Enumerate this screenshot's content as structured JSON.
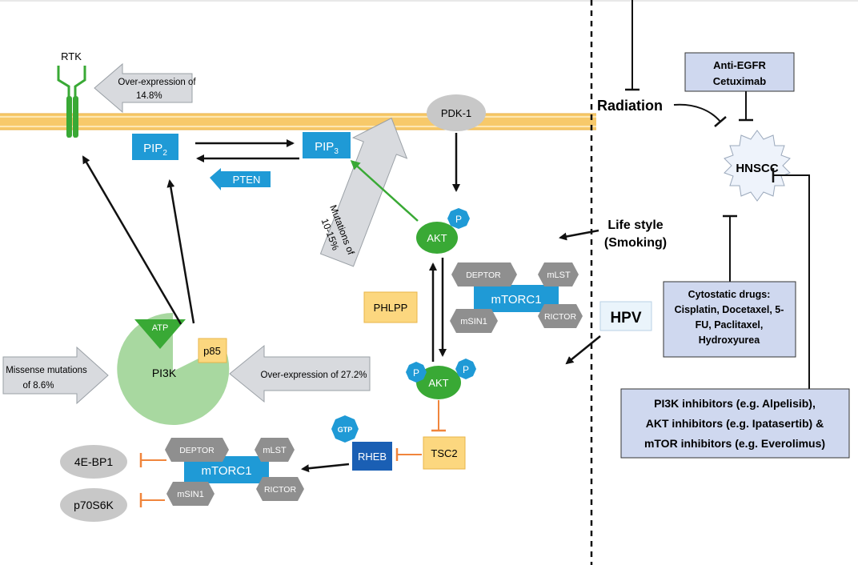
{
  "membrane": {
    "rtk": "RTK"
  },
  "kinases": {
    "pip2": "PIP",
    "pip2_sub": "2",
    "pip3": "PIP",
    "pip3_sub": "3",
    "pten": "PTEN",
    "pdk1": "PDK-1",
    "akt_top": "AKT",
    "akt_bottom": "AKT",
    "phospho": "P",
    "phlpp": "PHLPP",
    "pi3k": "PI3K",
    "atp": "ATP",
    "p85": "p85",
    "tsc2": "TSC2",
    "rheb": "RHEB",
    "gtp": "GTP",
    "eb1": "4E-BP1",
    "s6k": "p70S6K"
  },
  "mtorc_upper": {
    "core": "mTORC1",
    "deptor": "DEPTOR",
    "mlst": "mLST",
    "msin1": "mSIN1",
    "rictor": "RICTOR"
  },
  "mtorc_lower": {
    "core": "mTORC1",
    "deptor": "DEPTOR",
    "mlst": "mLST",
    "msin1": "mSIN1",
    "rictor": "RICTOR"
  },
  "arrows": {
    "rtk_over_1": "Over-expression of",
    "rtk_over_2": "14.8%",
    "pip3_mut_1": "Mutations of",
    "pip3_mut_2": "10-15%",
    "missense_1": "Missense mutations",
    "missense_2": "of 8.6%",
    "pi3k_over": "Over-expression of 27.2%"
  },
  "right_panel": {
    "radiation": "Radiation",
    "anti_egfr_1": "Anti-EGFR",
    "anti_egfr_2": "Cetuximab",
    "hnscc": "HNSCC",
    "lifestyle_1": "Life style",
    "lifestyle_2": "(Smoking)",
    "hpv": "HPV",
    "cyto_1": "Cytostatic drugs:",
    "cyto_2": "Cisplatin, Docetaxel, 5-",
    "cyto_3": "FU, Paclitaxel,",
    "cyto_4": "Hydroxyurea",
    "inhib_1": "PI3K inhibitors (e.g. Alpelisib),",
    "inhib_2": "AKT inhibitors (e.g. Ipatasertib) &",
    "inhib_3": "mTOR inhibitors (e.g. Everolimus)"
  },
  "colors": {
    "membrane": "#f7c96a",
    "blue": "#1f9ad6",
    "green": "#39a935",
    "gray": "#9e9e9e",
    "panel": "#cfd8ef",
    "yellow": "#fcd77f"
  }
}
